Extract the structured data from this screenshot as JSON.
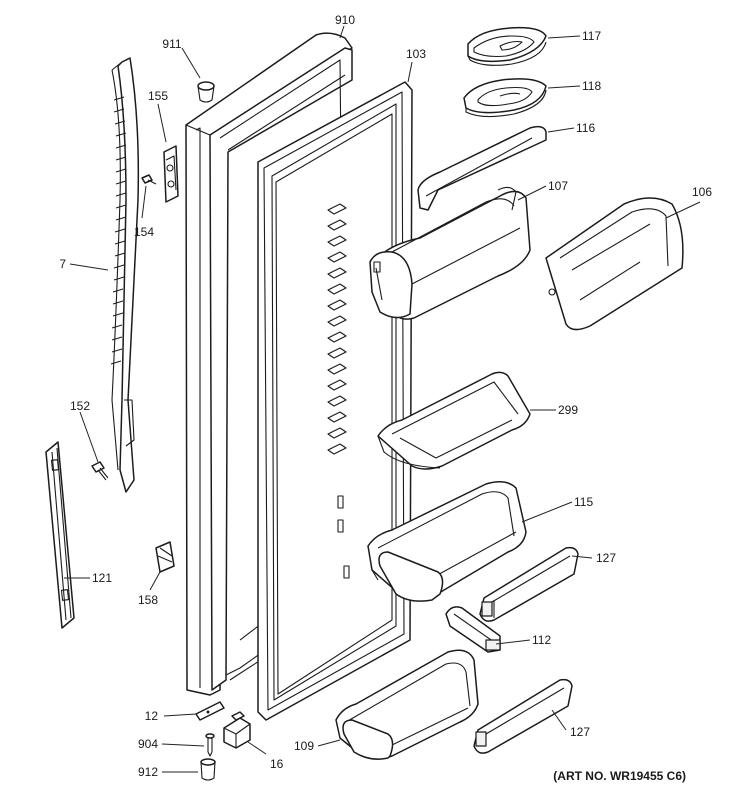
{
  "diagram": {
    "art_number": "(ART NO. WR19455 C6)",
    "callouts": {
      "c910": "910",
      "c911": "911",
      "c103": "103",
      "c117": "117",
      "c118": "118",
      "c116": "116",
      "c107": "107",
      "c106": "106",
      "c155": "155",
      "c154": "154",
      "c7": "7",
      "c152": "152",
      "c121": "121",
      "c158": "158",
      "c299": "299",
      "c115": "115",
      "c127a": "127",
      "c112": "112",
      "c127b": "127",
      "c12": "12",
      "c904": "904",
      "c16": "16",
      "c109": "109",
      "c912": "912"
    }
  }
}
